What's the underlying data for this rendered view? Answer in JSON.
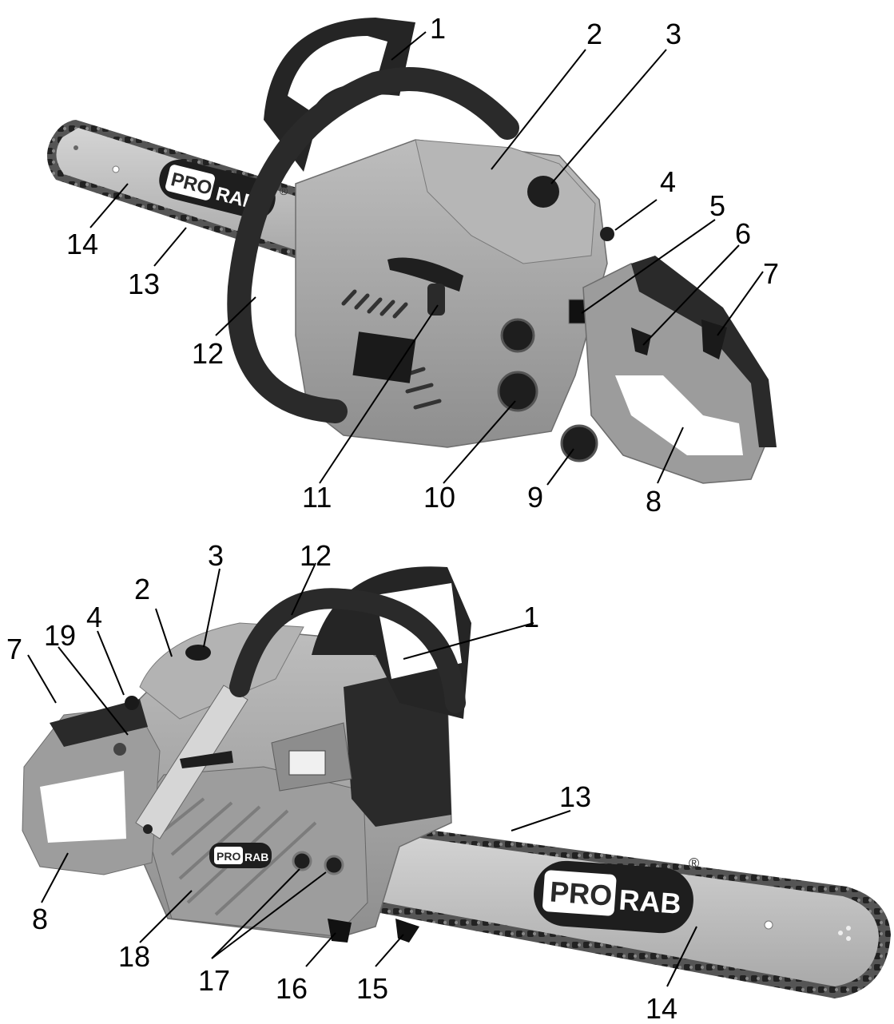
{
  "brand": {
    "left": "PRO",
    "right": "RAB",
    "registered": "®"
  },
  "top_view": {
    "callouts": [
      "1",
      "2",
      "3",
      "4",
      "5",
      "6",
      "7",
      "8",
      "9",
      "10",
      "11",
      "12",
      "13",
      "14"
    ]
  },
  "bottom_view": {
    "callouts": [
      "1",
      "2",
      "3",
      "4",
      "7",
      "8",
      "12",
      "13",
      "14",
      "15",
      "16",
      "17",
      "18",
      "19"
    ]
  },
  "colors": {
    "body": "#a9a9a9",
    "rubber": "#2b2b2b",
    "bar": "#c4c4c4",
    "chain": "#4a4a4a"
  }
}
